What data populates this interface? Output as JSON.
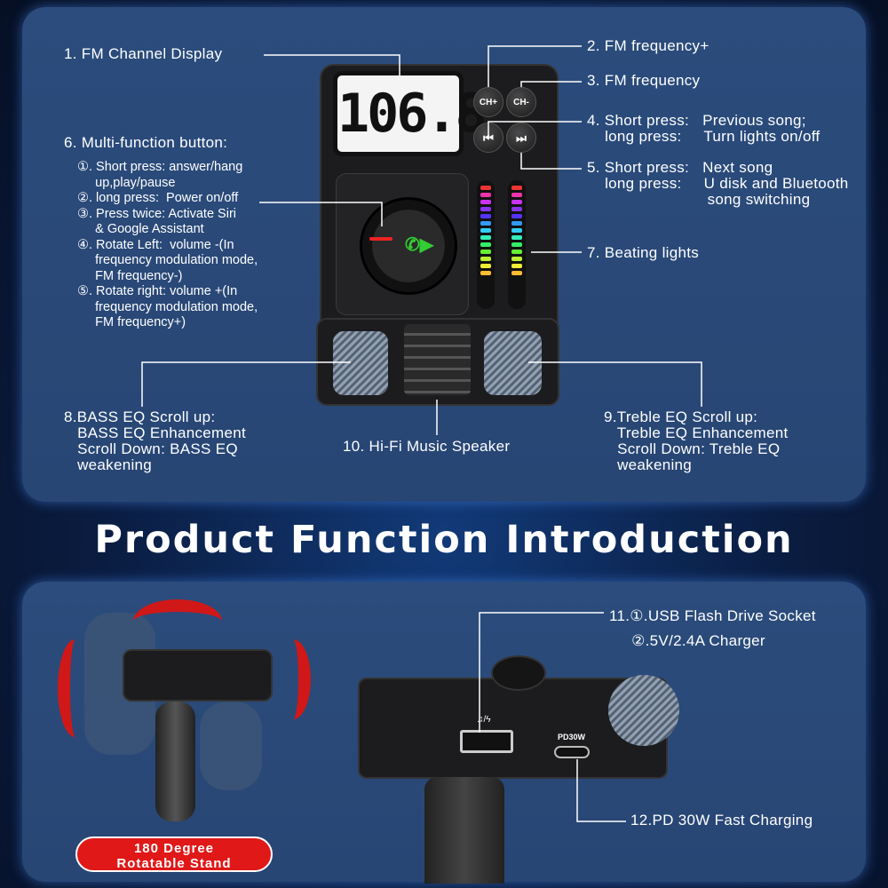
{
  "title": "Product Function Introduction",
  "display_value": "106.8",
  "buttons": {
    "ch_plus": "CH+",
    "ch_minus": "CH-",
    "prev": "⏮",
    "next": "⏭",
    "pd_label": "PD30W",
    "usb_icon": "♫/ϟ"
  },
  "labels": {
    "l1": "1. FM Channel Display",
    "l2": "2. FM frequency+",
    "l3": "3. FM frequency",
    "l4": "4. Short press:   Previous song;\n    long press:     Turn lights on/off",
    "l5": "5. Short press:   Next song\n    long press:     U disk and Bluetooth\n                           song switching",
    "l6": "6. Multi-function button:",
    "l6_items": "①. Short press: answer/hang\n     up,play/pause\n②. long press:  Power on/off\n③. Press twice: Activate Siri\n     & Google Assistant\n④. Rotate Left:  volume -(In\n     frequency modulation mode,\n     FM frequency-)\n⑤. Rotate right: volume +(In\n     frequency modulation mode,\n     FM frequency+)",
    "l7": "7. Beating lights",
    "l8": "8.BASS EQ Scroll up:\n   BASS EQ Enhancement\n   Scroll Down: BASS EQ\n   weakening",
    "l9": "9.Treble EQ Scroll up:\n   Treble EQ Enhancement\n   Scroll Down: Treble EQ\n   weakening",
    "l10": "10. Hi-Fi Music Speaker",
    "l11": "11.①.USB Flash Drive Socket\n     ②.5V/2.4A Charger",
    "l12": "12.PD 30W Fast Charging"
  },
  "badge": "180 Degree\nRotatable Stand",
  "colors": {
    "panel": "#2b4c7c",
    "badge": "#e01818",
    "accent_arrow": "#d01818"
  }
}
